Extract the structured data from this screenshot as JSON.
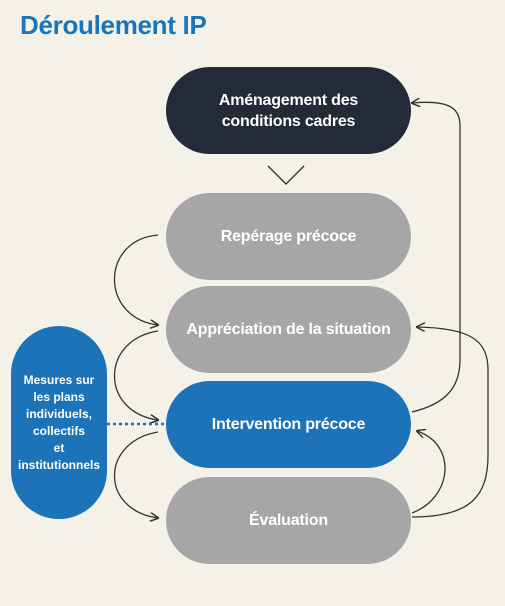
{
  "title": "Déroulement IP",
  "steps": [
    {
      "label": "Aménagement des\nconditions cadres",
      "color": "#222b37"
    },
    {
      "label": "Repérage précoce",
      "color": "#a6a6a6"
    },
    {
      "label": "Appréciation de la situation",
      "color": "#a6a6a6"
    },
    {
      "label": "Intervention précoce",
      "color": "#1c73b7"
    },
    {
      "label": "Évaluation",
      "color": "#a6a6a6"
    }
  ],
  "side_measures": {
    "label": "Mesures sur\nles plans\nindividuels,\ncollectifs\net\ninstitutionnels",
    "color": "#1c73b7"
  },
  "colors": {
    "background": "#f4f2e8",
    "title": "#1a75bb",
    "arrow": "#333333",
    "dotted_line": "#1c73b7"
  }
}
